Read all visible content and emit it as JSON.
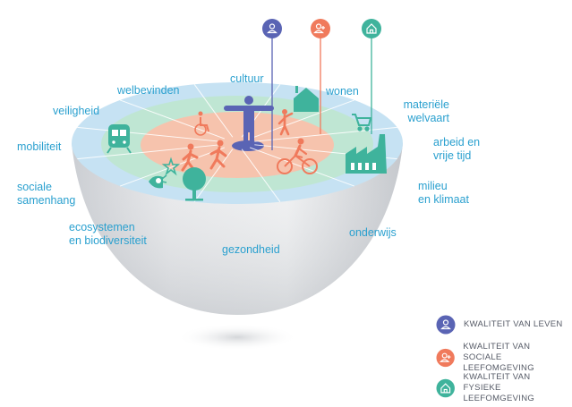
{
  "domains": [
    {
      "text": "cultuur"
    },
    {
      "text": "wonen"
    },
    {
      "text": "welbevinden"
    },
    {
      "text": "materiële\nwelvaart"
    },
    {
      "text": "veiligheid"
    },
    {
      "text": "arbeid en\nvrije tijd"
    },
    {
      "text": "mobiliteit"
    },
    {
      "text": "milieu\nen klimaat"
    },
    {
      "text": "sociale\nsamenhang"
    },
    {
      "text": "ecosystemen\nen biodiversiteit"
    },
    {
      "text": "onderwijs"
    },
    {
      "text": "gezondheid"
    }
  ],
  "legend": [
    {
      "text": "KWALITEIT VAN LEVEN",
      "color": "#5a64b4",
      "icon": "person-icon"
    },
    {
      "text": "KWALITEIT VAN\nSOCIALE LEEFOMGEVING",
      "color": "#f07a5c",
      "icon": "person-plus-icon"
    },
    {
      "text": "KWALITEIT VAN\nFYSIEKE LEEFOMGEVING",
      "color": "#3fb39c",
      "icon": "house-icon"
    }
  ],
  "colors": {
    "label": "#2aa0cf",
    "outer_ring": "#c6e2f3",
    "middle_ring": "#bfe6d3",
    "inner_ring": "#f6c3ad",
    "life": "#5a64b4",
    "social": "#f07a5c",
    "physical": "#3fb39c"
  }
}
